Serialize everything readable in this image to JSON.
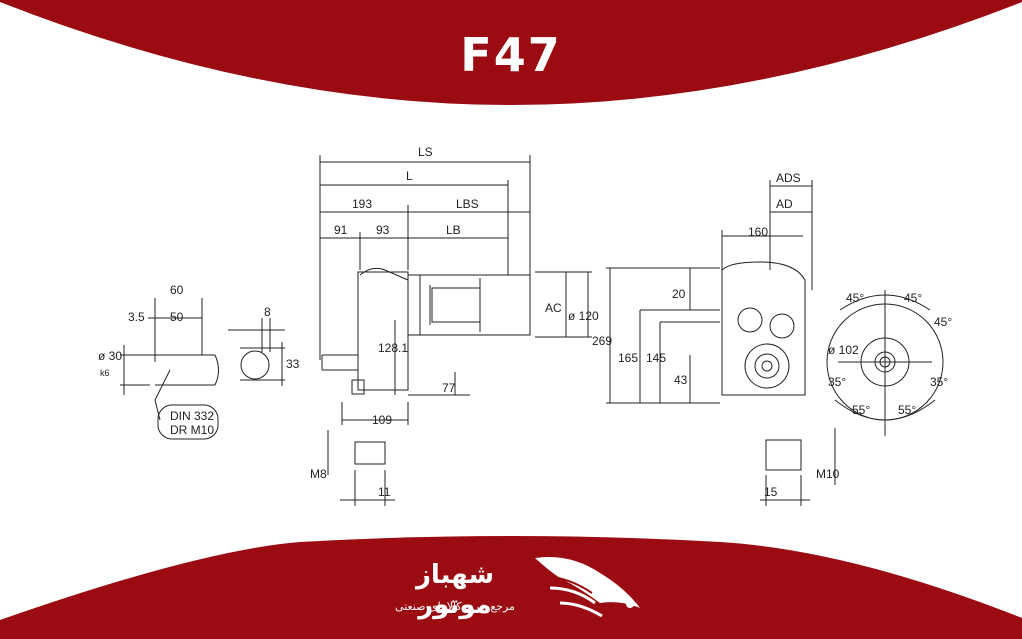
{
  "header": {
    "title": "F47",
    "background_color": "#9b0c12"
  },
  "drawing": {
    "dims": {
      "ls": "LS",
      "l": "L",
      "d193": "193",
      "lbs": "LBS",
      "d91": "91",
      "d93": "93",
      "lb": "LB",
      "d60": "60",
      "d3_5": "3.5",
      "d50": "50",
      "d8": "8",
      "d33": "33",
      "d30": "ø 30",
      "k6": "k6",
      "din1": "DIN 332",
      "din2": "DR M10",
      "d128": "128.1",
      "ac": "AC",
      "d120": "ø 120",
      "d269": "269",
      "d77": "77",
      "d109": "109",
      "m8": "M8",
      "d11": "11",
      "ads": "ADS",
      "ad": "AD",
      "d160": "160",
      "d20": "20",
      "d165": "165",
      "d145": "145",
      "d43": "43",
      "m10": "M10",
      "d15": "15",
      "d102": "ø 102",
      "a45_1": "45°",
      "a45_2": "45°",
      "a45_3": "45°",
      "a35_1": "35°",
      "a35_2": "35°",
      "a55_1": "55°",
      "a55_2": "55°"
    }
  },
  "footer": {
    "brand_name": "شهباز موتور",
    "brand_tagline": "مرجع خرید کالاهای صنعتی",
    "background_color": "#9b0c12",
    "logo_icon": "eagle-icon"
  }
}
